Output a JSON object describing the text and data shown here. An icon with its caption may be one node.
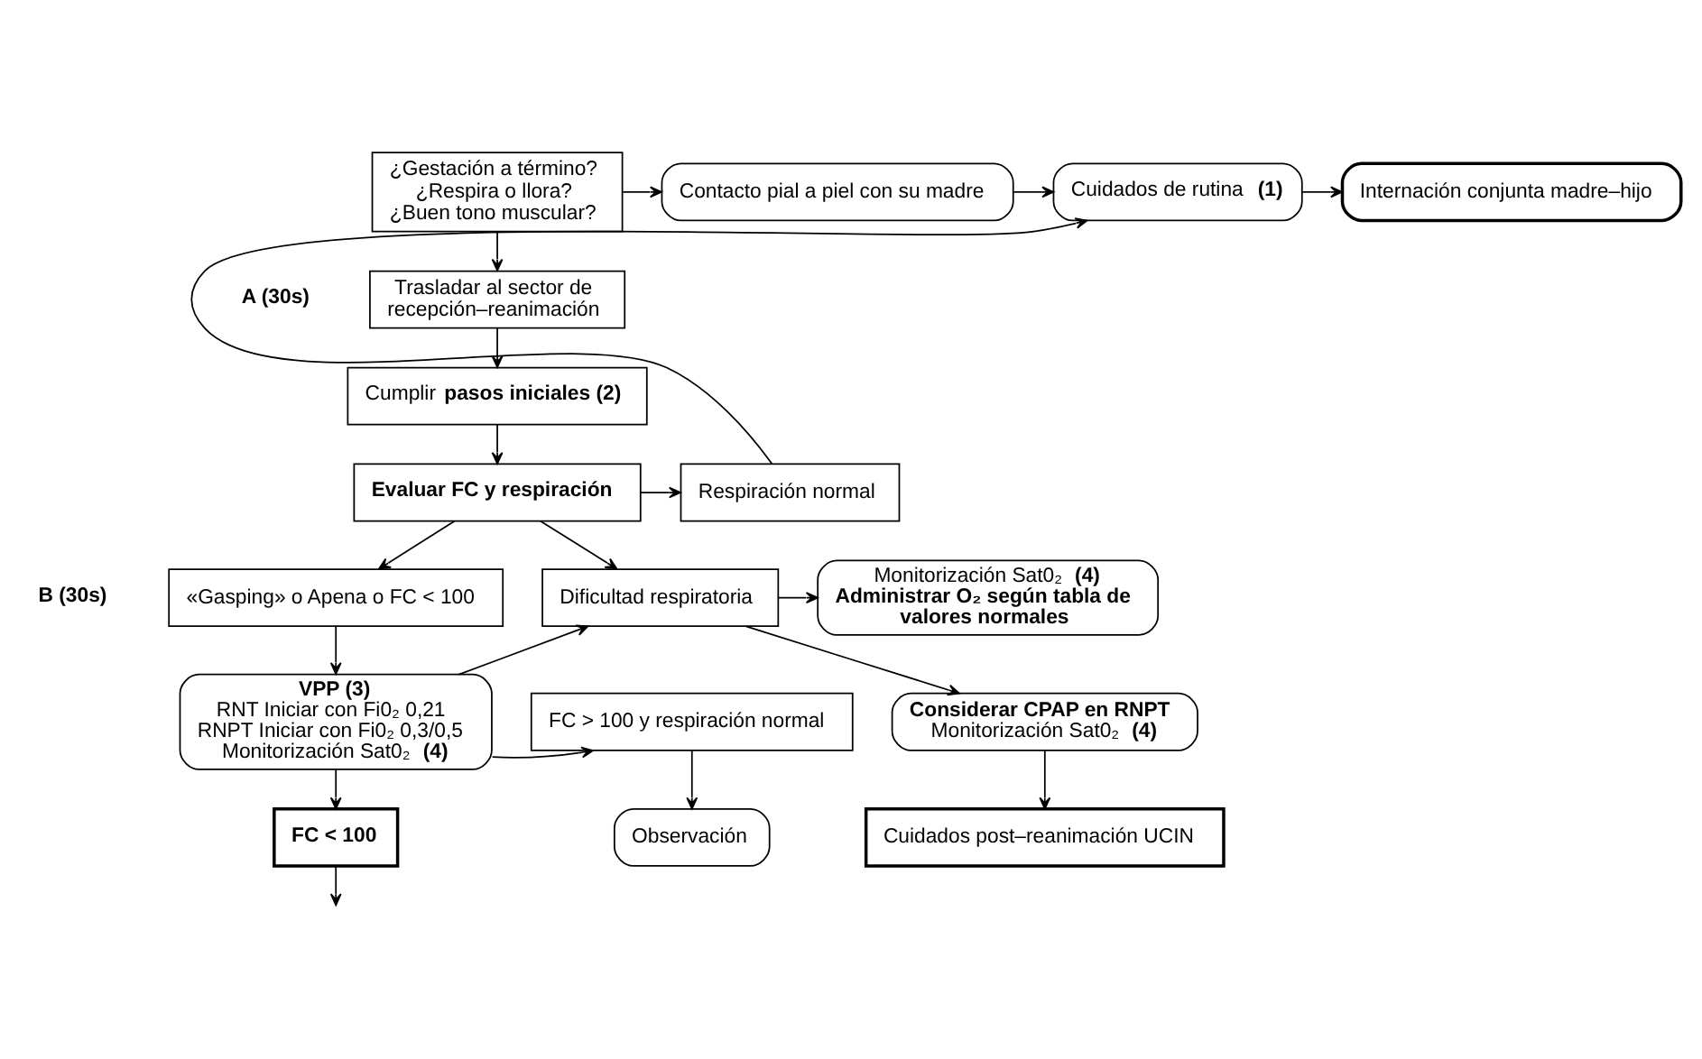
{
  "diagram": {
    "nodes": [
      {
        "text": [
          "¿Gestación a término?",
          "¿Respira o llora?",
          "¿Buen tono muscular?"
        ]
      },
      {
        "text": [
          "Contacto pial a piel con su madre"
        ]
      },
      {
        "text": [
          "Cuidados de rutina **(1)**"
        ]
      },
      {
        "text": [
          "Internación conjunta madre–hijo"
        ]
      },
      {
        "text": [
          "Trasladar al sector de recepción–reanimación"
        ]
      },
      {
        "text": [
          "Cumplir **pasos iniciales (2)**"
        ]
      },
      {
        "text": [
          "**Evaluar FC y respiración**"
        ]
      },
      {
        "text": [
          "Respiración normal"
        ]
      },
      {
        "text": [
          "Monitorización Sat0₂ **(4)**",
          "**Administrar O₂ según tabla de valores normales**"
        ]
      },
      {
        "text": [
          "Dificultad respiratoria"
        ]
      },
      {
        "text": [
          "**Considerar CPAP en RNPT**",
          "Monitorización Sat0₂ **(4)**"
        ]
      },
      {
        "text": [
          "«Gasping» o Apena o FC < 100"
        ]
      },
      {
        "text": [
          "**VPP (3)**",
          "RNT Iniciar con Fi0₂ 0,21",
          "RNPT Iniciar con Fi0₂ 0,3/0,5",
          "Monitorización Sat0₂ **(4)**"
        ]
      },
      {
        "text": [
          "FC > 100 y respiración normal"
        ]
      },
      {
        "text": [
          "Cuidados post–reanimación UCIN"
        ]
      },
      {
        "text": [
          "Observación"
        ]
      },
      {
        "text": [
          "**FC < 100**"
        ]
      }
    ],
    "edges": [
      {
        "from": 0,
        "to": 1,
        "arrow": "to"
      },
      {
        "from": 1,
        "to": 2,
        "arrow": "to"
      },
      {
        "from": 2,
        "to": 3,
        "arrow": "to"
      },
      {
        "from": 0,
        "to": 4,
        "arrow": "to"
      },
      {
        "from": 4,
        "to": 5,
        "arrow": "to"
      },
      {
        "from": 5,
        "to": 6,
        "arrow": "to"
      },
      {
        "from": 6,
        "to": 7,
        "arrow": "to"
      },
      {
        "from": 6,
        "to": 9,
        "arrow": "to"
      },
      {
        "from": 7,
        "to": 2,
        "arrow": "to"
      },
      {
        "from": 6,
        "to": 11,
        "arrow": "to"
      },
      {
        "from": 11,
        "to": 12,
        "arrow": "to"
      },
      {
        "from": 12,
        "to": 9,
        "arrow": "to"
      },
      {
        "from": 12,
        "to": 13,
        "arrow": "to"
      },
      {
        "from": 9,
        "to": 8,
        "arrow": "to"
      },
      {
        "from": 9,
        "to": 10,
        "arrow": "to"
      },
      {
        "from": 10,
        "to": 14,
        "arrow": "to"
      },
      {
        "from": 13,
        "to": 15,
        "arrow": "to"
      },
      {
        "from": 12,
        "to": 16,
        "arrow": "to"
      },
      {
        "from": 16,
        "to": null,
        "arrow": "to"
      }
    ],
    "labels": [
      "**A (30s)**",
      "**B (30s)**"
    ]
  }
}
